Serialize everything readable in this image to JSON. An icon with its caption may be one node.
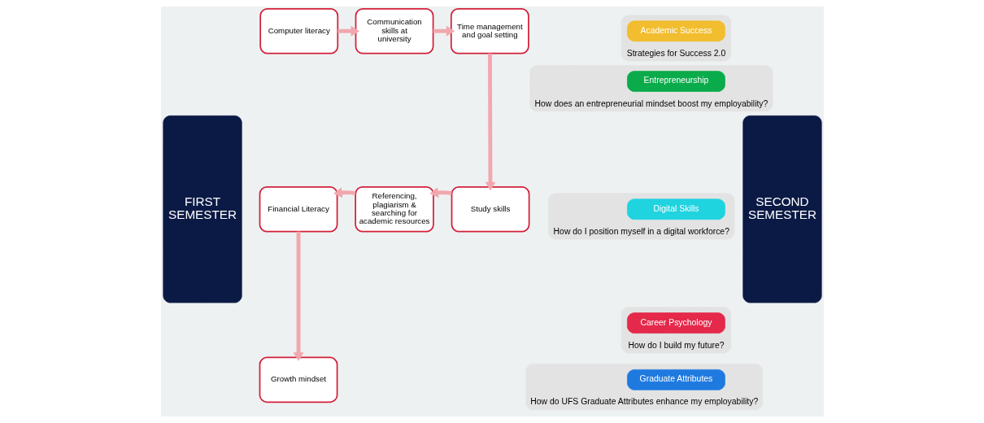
{
  "diagram": {
    "nodes": [
      {
        "text": [
          "FIRST SEMESTER"
        ]
      },
      {
        "text": [
          "Computer literacy"
        ]
      },
      {
        "text": [
          "Communication skills at university"
        ]
      },
      {
        "text": [
          "Time management and goal setting"
        ]
      },
      {
        "text": [
          "Study skills"
        ]
      },
      {
        "text": [
          "Referencing, plagiarism & searching for academic resources"
        ]
      },
      {
        "text": [
          "Financial Literacy"
        ]
      },
      {
        "text": [
          "Growth mindset"
        ]
      },
      {
        "text": [
          "SECOND SEMESTER"
        ]
      },
      {
        "text": [
          "Strategies for Success 2.0"
        ]
      },
      {
        "text": [
          "Academic Success"
        ],
        "in": 9
      },
      {
        "text": [
          "How does an entrepreneurial mindset boost my employability?"
        ]
      },
      {
        "text": [
          "Entrepreneurship"
        ],
        "in": 11
      },
      {
        "text": [
          "How do I position myself in a digital workforce?"
        ]
      },
      {
        "text": [
          "Digital Skills"
        ],
        "in": 13
      },
      {
        "text": [
          "How do I build my future?"
        ]
      },
      {
        "text": [
          "Career Psychology"
        ],
        "in": 15
      },
      {
        "text": [
          "How do UFS Graduate Attributes enhance my employability?"
        ]
      },
      {
        "text": [
          "Graduate Attributes"
        ],
        "in": 17
      }
    ],
    "edges": [
      {
        "from": 1,
        "to": 2,
        "arrow": "to"
      },
      {
        "from": 2,
        "to": 3,
        "arrow": "to"
      },
      {
        "from": 3,
        "to": 4,
        "arrow": "to"
      },
      {
        "from": 4,
        "to": 5,
        "arrow": "to"
      },
      {
        "from": 5,
        "to": 6,
        "arrow": "to"
      },
      {
        "from": 6,
        "to": 7,
        "arrow": "to"
      }
    ]
  }
}
